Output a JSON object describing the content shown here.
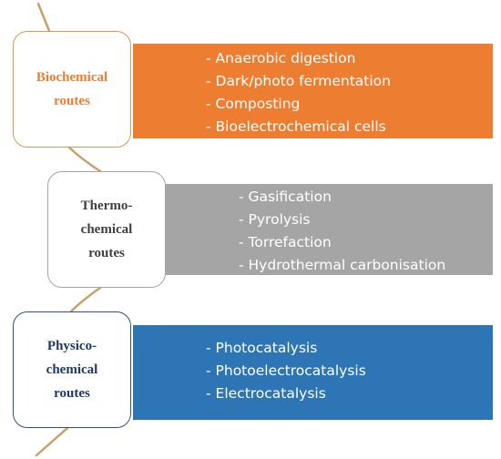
{
  "colors": {
    "biochemical": "#ed7d31",
    "thermochemical": "#a5a5a5",
    "physicochemical": "#2e75b6",
    "connector": "#c9a06a"
  },
  "groups": [
    {
      "title": "Biochemical\nroutes",
      "items": [
        "Anaerobic digestion",
        "Dark/photo fermentation",
        "Composting",
        "Bioelectrochemical cells"
      ]
    },
    {
      "title": "Thermo-\nchemical\nroutes",
      "items": [
        "Gasification",
        "Pyrolysis",
        "Torrefaction",
        "Hydrothermal carbonisation"
      ]
    },
    {
      "title": "Physico-\nchemical\nroutes",
      "items": [
        "Photocatalysis",
        "Photoelectrocatalysis",
        "Electrocatalysis"
      ]
    }
  ]
}
